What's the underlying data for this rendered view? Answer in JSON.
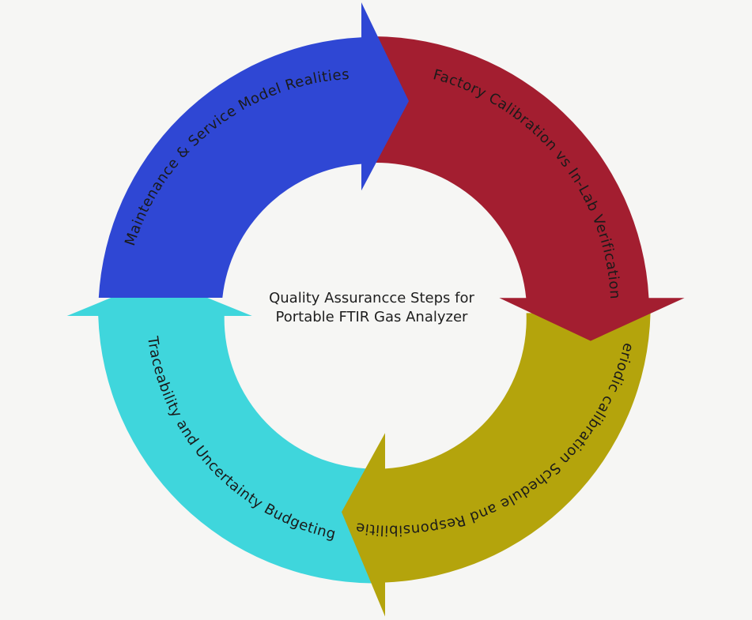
{
  "diagram": {
    "center_title_line1": "Quality Assurancce Steps for",
    "center_title_line2": "Portable FTIR Gas Analyzer",
    "segments": [
      {
        "label": "Maintenance & Service Model Realities",
        "color": "#2f47d4"
      },
      {
        "label": "Factory Calibration vs In-Lab Verification",
        "color": "#a31e30"
      },
      {
        "label": "Periodic calibration Schedule and Responsibilities",
        "color": "#b4a40c"
      },
      {
        "label": "Traceability and Uncertainty Budgeting",
        "color": "#3fd6dc"
      }
    ]
  }
}
